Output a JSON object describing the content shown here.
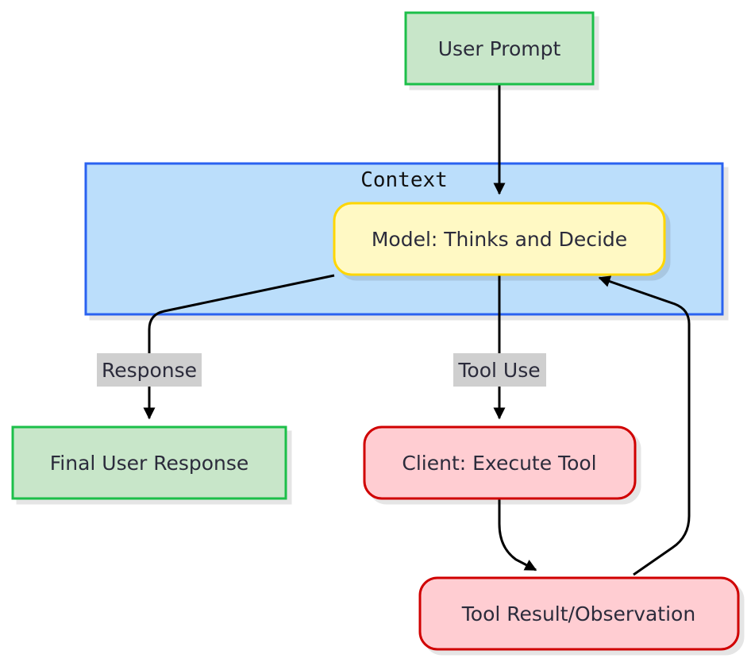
{
  "cluster": {
    "label": "Context"
  },
  "nodes": {
    "user_prompt": "User Prompt",
    "model": "Model: Thinks and Decide",
    "final_response": "Final User Response",
    "client": "Client: Execute Tool",
    "tool_result": "Tool Result/Observation"
  },
  "edges": {
    "response_label": "Response",
    "tool_use_label": "Tool Use"
  },
  "colors": {
    "green_fill": "#c8e6c9",
    "green_stroke": "#1bbf4a",
    "blue_fill": "#bbdefb",
    "blue_stroke": "#2a62f0",
    "yellow_fill": "#fff9c4",
    "yellow_stroke": "#ffd600",
    "red_fill": "#ffcdd2",
    "red_stroke": "#d00000",
    "edge": "#000000",
    "label_bg": "#cfcfcf"
  }
}
